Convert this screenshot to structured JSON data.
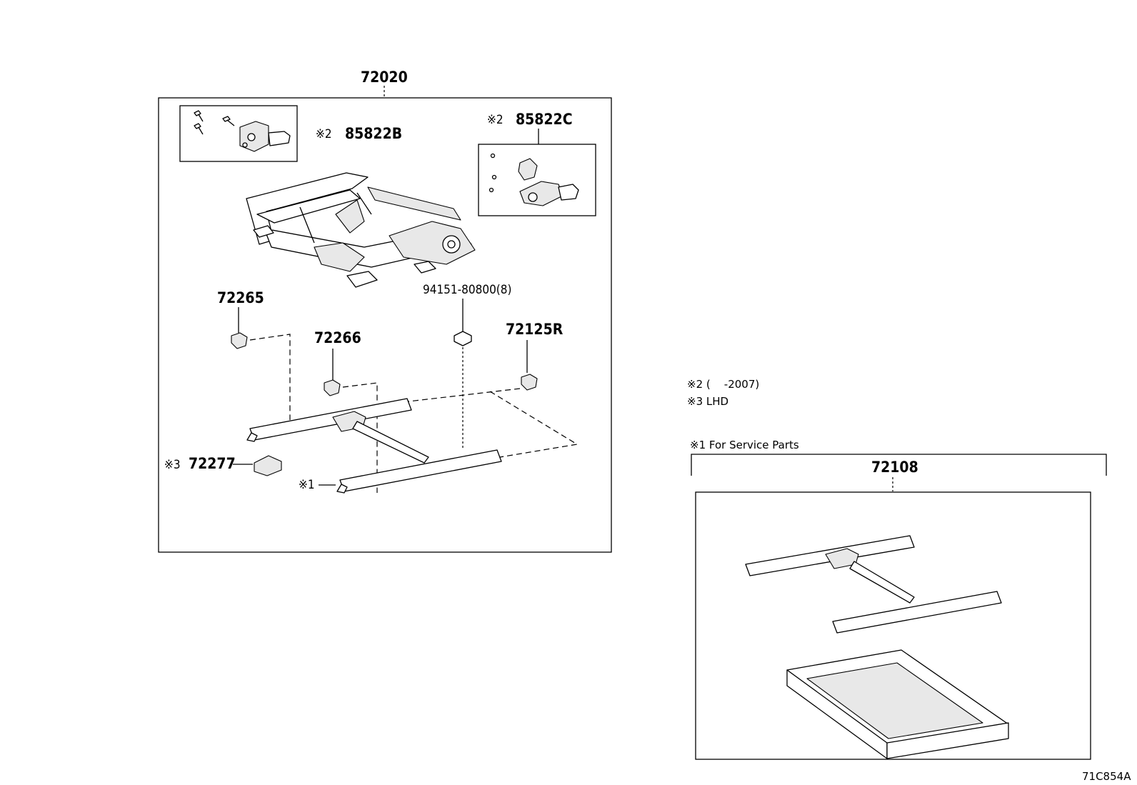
{
  "assembly": {
    "main_number": "72020",
    "motor_b": {
      "mark": "※2",
      "number": "85822B"
    },
    "motor_c": {
      "mark": "※2",
      "number": "85822C"
    },
    "bolt": {
      "number": "94151-80800(8)"
    },
    "cover_72265": "72265",
    "cover_72266": "72266",
    "cover_72125r": "72125R",
    "cover_72277": {
      "mark": "※3",
      "number": "72277"
    },
    "adjuster_mark": "※1"
  },
  "notes": {
    "note_2": "※2 (    -2007)",
    "note_3": "※3 LHD",
    "note_1": "※1 For Service Parts"
  },
  "service_parts": {
    "number": "72108"
  },
  "figure_code": "71C854A"
}
